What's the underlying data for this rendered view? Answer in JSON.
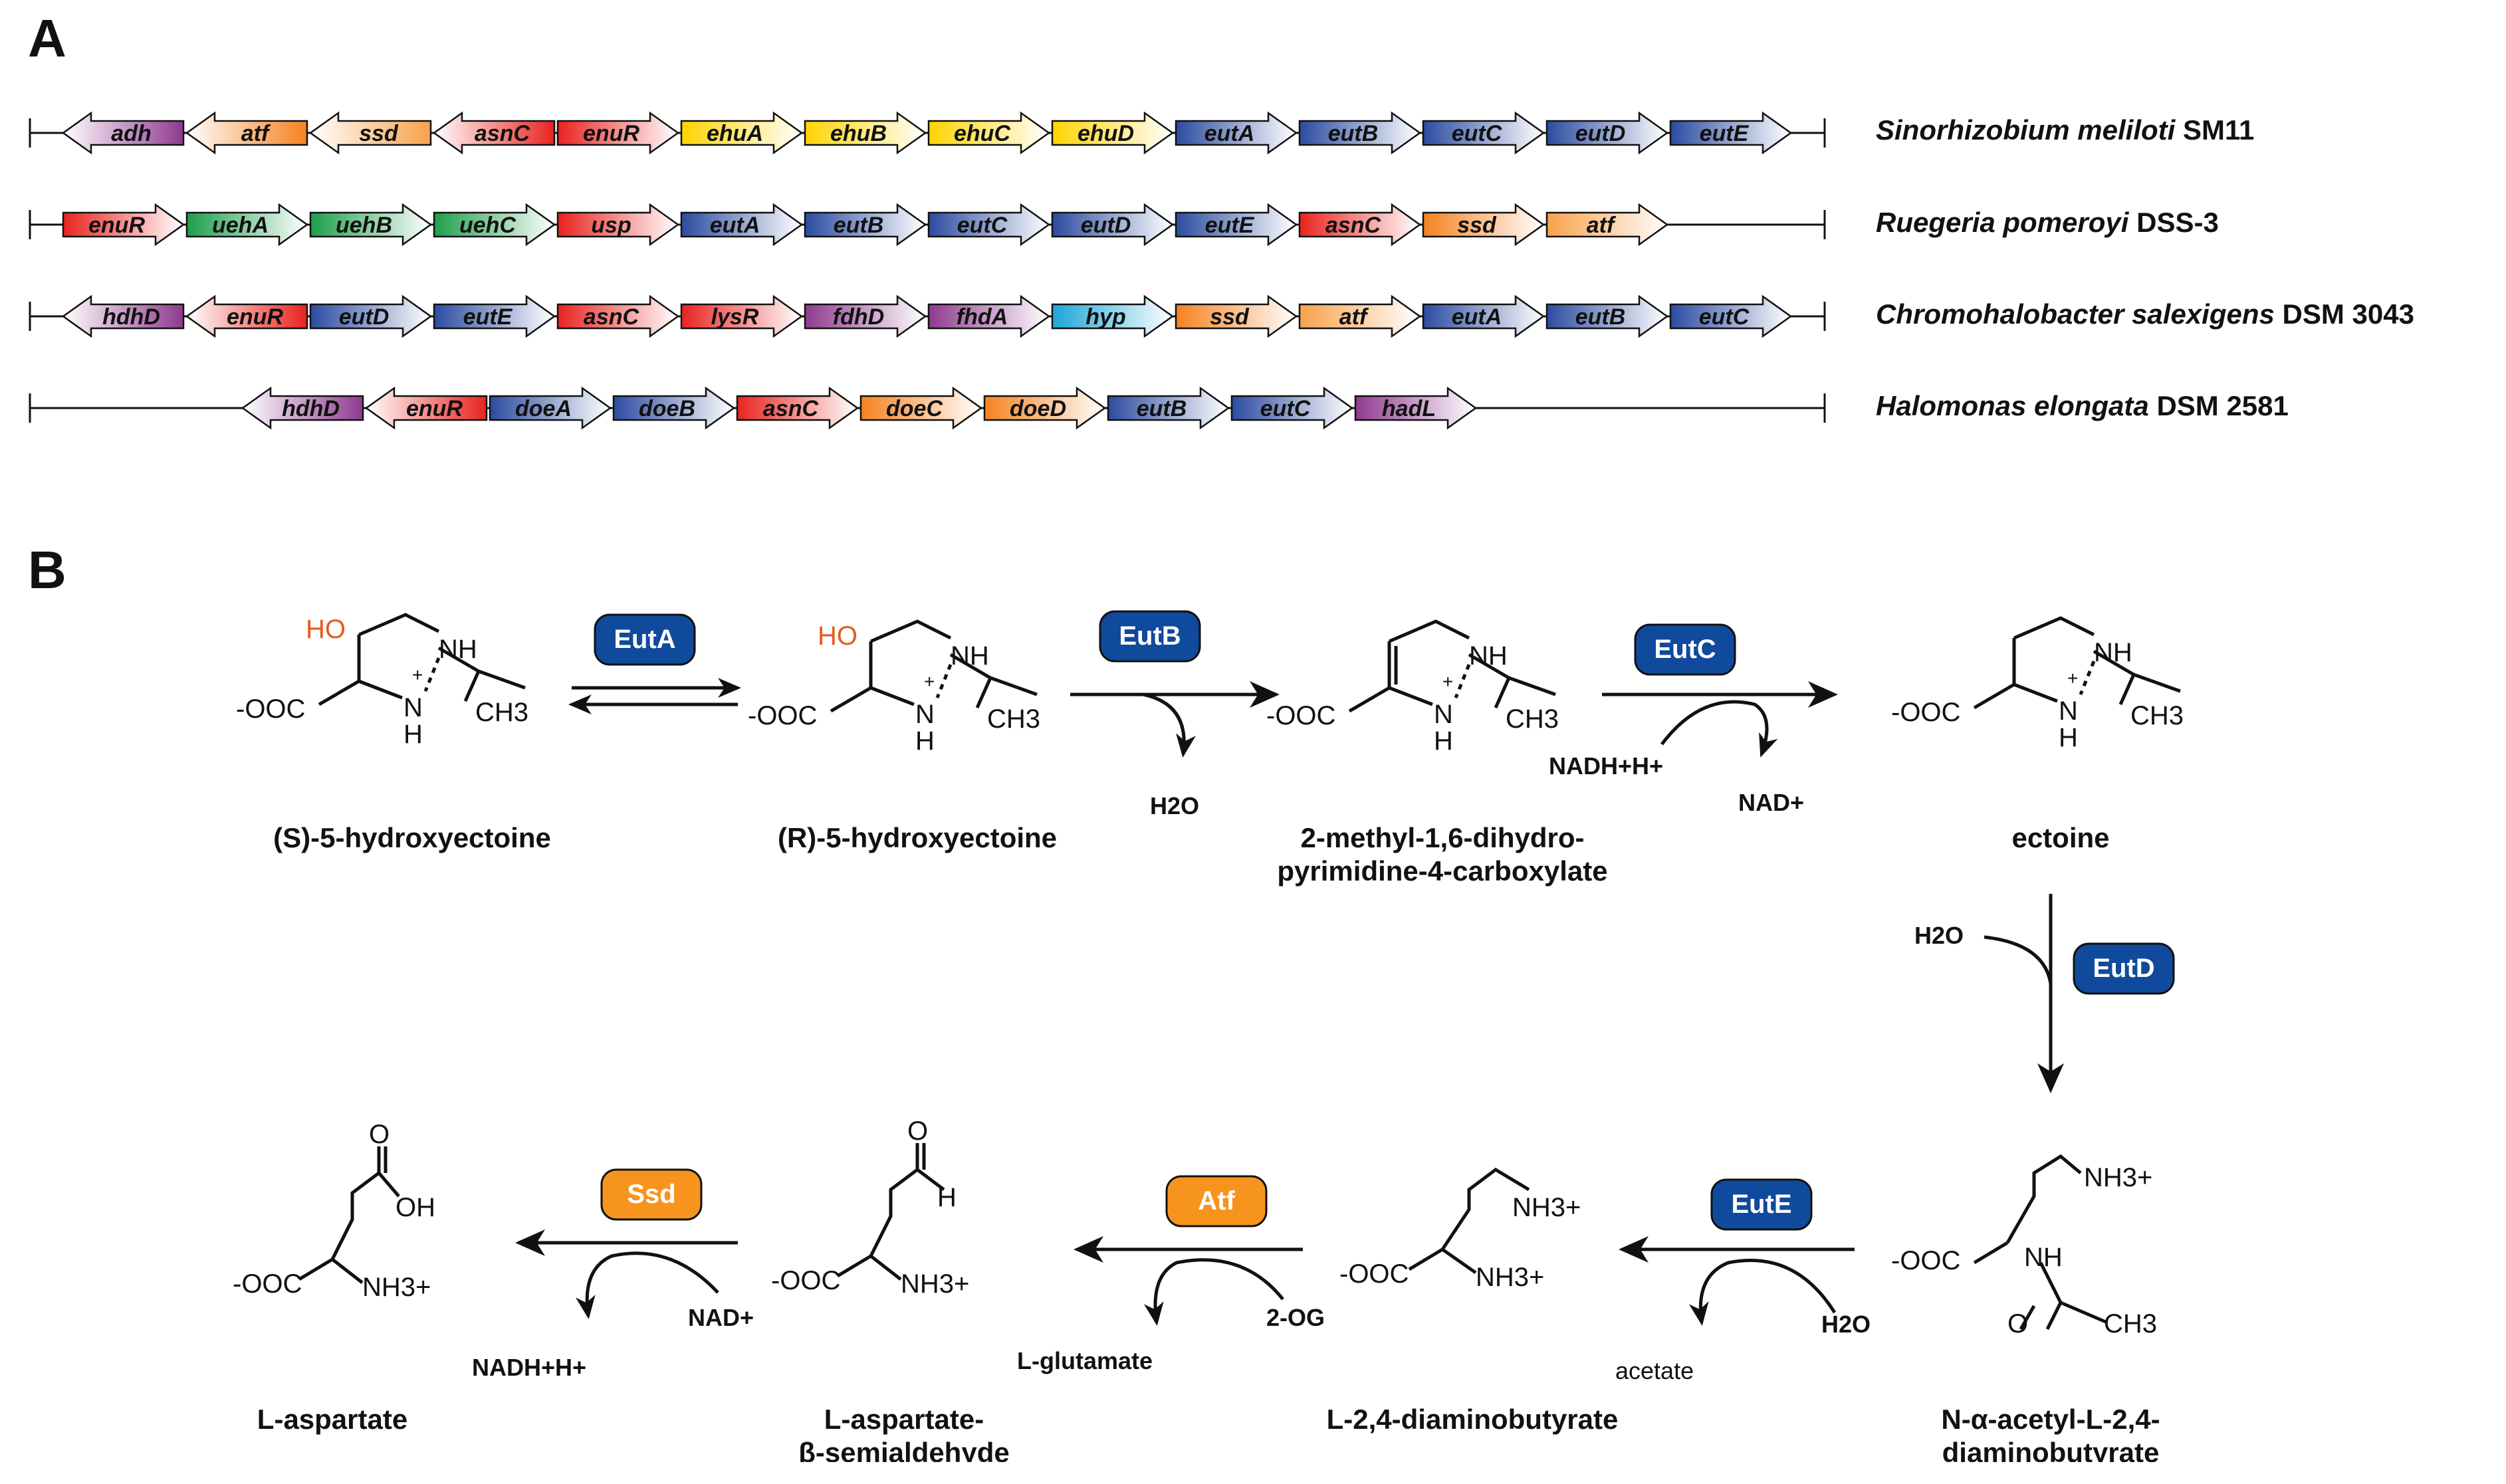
{
  "panel_a": {
    "label": "A",
    "organisms": [
      {
        "species": "Sinorhizobium meliloti",
        "strain": "SM11",
        "genes": [
          {
            "name": "adh",
            "dir": "L",
            "color": "#8E3A8E"
          },
          {
            "name": "atf",
            "dir": "L",
            "color": "#F58220"
          },
          {
            "name": "ssd",
            "dir": "L",
            "color": "#F7A24A"
          },
          {
            "name": "asnC",
            "dir": "L",
            "color": "#E8231F"
          },
          {
            "name": "enuR",
            "dir": "R",
            "color": "#E8231F"
          },
          {
            "name": "ehuA",
            "dir": "R",
            "color": "#FFD400"
          },
          {
            "name": "ehuB",
            "dir": "R",
            "color": "#FFD400"
          },
          {
            "name": "ehuC",
            "dir": "R",
            "color": "#FFD400"
          },
          {
            "name": "ehuD",
            "dir": "R",
            "color": "#FFD400"
          },
          {
            "name": "eutA",
            "dir": "R",
            "color": "#2B4BA0"
          },
          {
            "name": "eutB",
            "dir": "R",
            "color": "#2B4BA0"
          },
          {
            "name": "eutC",
            "dir": "R",
            "color": "#2B4BA0"
          },
          {
            "name": "eutD",
            "dir": "R",
            "color": "#2B4BA0"
          },
          {
            "name": "eutE",
            "dir": "R",
            "color": "#2B4BA0"
          }
        ]
      },
      {
        "species": "Ruegeria pomeroyi",
        "strain": "DSS-3",
        "genes": [
          {
            "name": "enuR",
            "dir": "R",
            "color": "#E8231F"
          },
          {
            "name": "uehA",
            "dir": "R",
            "color": "#1E9E4A"
          },
          {
            "name": "uehB",
            "dir": "R",
            "color": "#1E9E4A"
          },
          {
            "name": "uehC",
            "dir": "R",
            "color": "#1E9E4A"
          },
          {
            "name": "usp",
            "dir": "R",
            "color": "#E8231F"
          },
          {
            "name": "eutA",
            "dir": "R",
            "color": "#2B4BA0"
          },
          {
            "name": "eutB",
            "dir": "R",
            "color": "#2B4BA0"
          },
          {
            "name": "eutC",
            "dir": "R",
            "color": "#2B4BA0"
          },
          {
            "name": "eutD",
            "dir": "R",
            "color": "#2B4BA0"
          },
          {
            "name": "eutE",
            "dir": "R",
            "color": "#2B4BA0"
          },
          {
            "name": "asnC",
            "dir": "R",
            "color": "#E8231F"
          },
          {
            "name": "ssd",
            "dir": "R",
            "color": "#F58220"
          },
          {
            "name": "atf",
            "dir": "R",
            "color": "#F7A24A"
          }
        ]
      },
      {
        "species": "Chromohalobacter salexigens",
        "strain": "DSM 3043",
        "genes": [
          {
            "name": "hdhD",
            "dir": "L",
            "color": "#8E3A8E"
          },
          {
            "name": "enuR",
            "dir": "L",
            "color": "#E8231F"
          },
          {
            "name": "eutD",
            "dir": "R",
            "color": "#2B4BA0"
          },
          {
            "name": "eutE",
            "dir": "R",
            "color": "#2B4BA0"
          },
          {
            "name": "asnC",
            "dir": "R",
            "color": "#E8231F"
          },
          {
            "name": "lysR",
            "dir": "R",
            "color": "#E8231F"
          },
          {
            "name": "fdhD",
            "dir": "R",
            "color": "#8E3A8E"
          },
          {
            "name": "fhdA",
            "dir": "R",
            "color": "#8E3A8E"
          },
          {
            "name": "hyp",
            "dir": "R",
            "color": "#1BA7D8"
          },
          {
            "name": "ssd",
            "dir": "R",
            "color": "#F58220"
          },
          {
            "name": "atf",
            "dir": "R",
            "color": "#F7A24A"
          },
          {
            "name": "eutA",
            "dir": "R",
            "color": "#2B4BA0"
          },
          {
            "name": "eutB",
            "dir": "R",
            "color": "#2B4BA0"
          },
          {
            "name": "eutC",
            "dir": "R",
            "color": "#2B4BA0"
          }
        ]
      },
      {
        "species": "Halomonas elongata",
        "strain": "DSM 2581",
        "genes": [
          {
            "name": "hdhD",
            "dir": "L",
            "color": "#8E3A8E"
          },
          {
            "name": "enuR",
            "dir": "L",
            "color": "#E8231F"
          },
          {
            "name": "doeA",
            "dir": "R",
            "color": "#2B4BA0"
          },
          {
            "name": "doeB",
            "dir": "R",
            "color": "#2B4BA0"
          },
          {
            "name": "asnC",
            "dir": "R",
            "color": "#E8231F"
          },
          {
            "name": "doeC",
            "dir": "R",
            "color": "#F58220"
          },
          {
            "name": "doeD",
            "dir": "R",
            "color": "#F58220"
          },
          {
            "name": "eutB",
            "dir": "R",
            "color": "#2B4BA0"
          },
          {
            "name": "eutC",
            "dir": "R",
            "color": "#2B4BA0"
          },
          {
            "name": "hadL",
            "dir": "R",
            "color": "#8E3A8E"
          }
        ]
      }
    ]
  },
  "panel_b": {
    "label": "B",
    "enzymes": {
      "euta": "EutA",
      "eutb": "EutB",
      "eutc": "EutC",
      "eutd": "EutD",
      "eute": "EutE",
      "atf": "Atf",
      "ssd": "Ssd"
    },
    "enzyme_colors": {
      "blue": "#0F4A9C",
      "orange": "#F7941D"
    },
    "cofactors": {
      "h2o": "H2O",
      "nadh": "NADH+H+",
      "nad": "NAD+",
      "acetate": "acetate",
      "og": "2-OG",
      "glutamate": "L-glutamate"
    },
    "atoms": {
      "ho": "HO",
      "nh": "NH",
      "h": "H",
      "ch3": "CH3",
      "ooc": "-OOC",
      "oh": "OH",
      "o": "O",
      "n": "N",
      "nh3": "NH3+",
      "plus": "+"
    },
    "compounds": {
      "s_hydroxyectoine": "(S)-5-hydroxyectoine",
      "r_hydroxyectoine": "(R)-5-hydroxyectoine",
      "dihydropyrimidine_1": "2-methyl-1,6-dihydro-",
      "dihydropyrimidine_2": "pyrimidine-4-carboxylate",
      "ectoine": "ectoine",
      "nac_dab_1": "N-α-acetyl-L-2,4-",
      "nac_dab_2": "diaminobutyrate",
      "dab": "L-2,4-diaminobutyrate",
      "asa_1": "L-aspartate-",
      "asa_2": "β-semialdehyde",
      "aspartate": "L-aspartate"
    }
  }
}
